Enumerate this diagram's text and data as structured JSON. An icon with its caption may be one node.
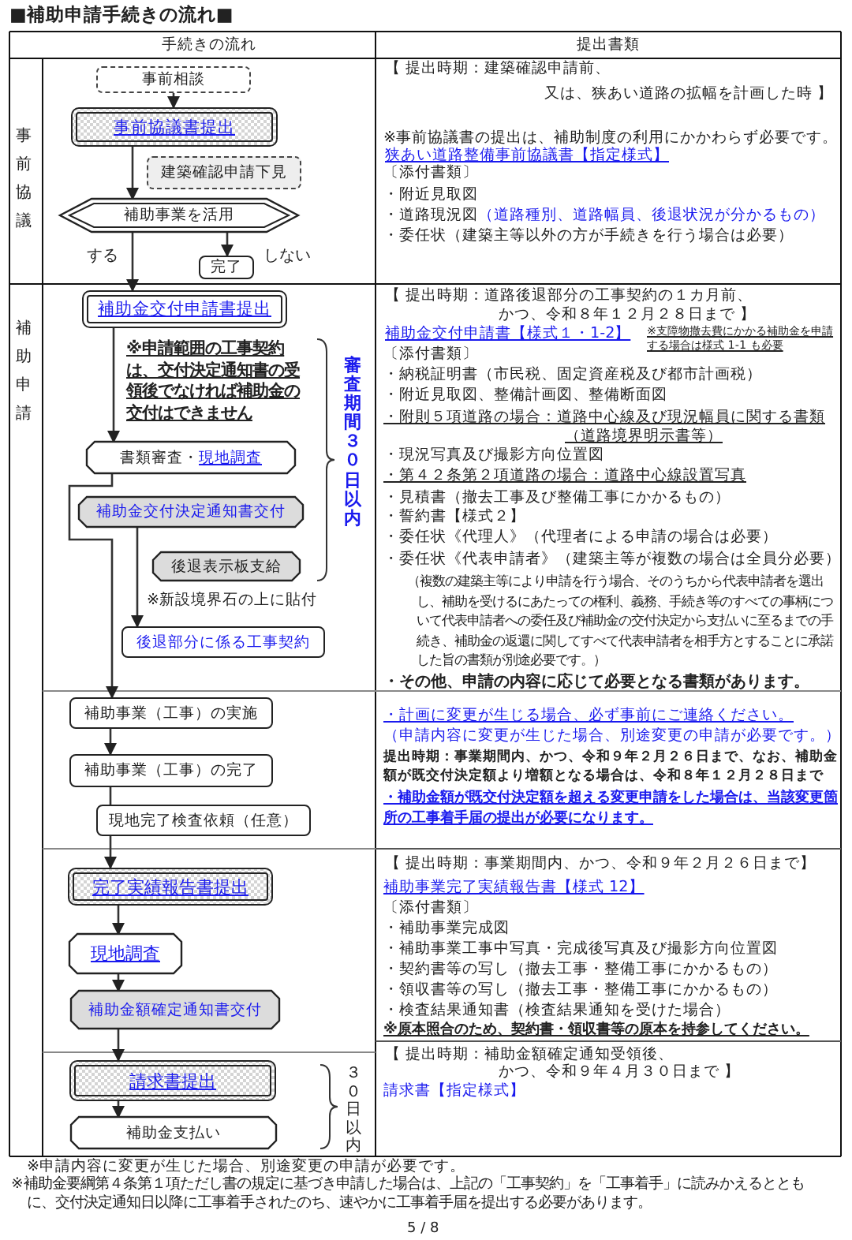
{
  "diagram": {
    "title": "■補助申請手続きの流れ■",
    "nodes": [
      {
        "text": [
          "事前相談"
        ]
      },
      {
        "text": [
          "事前協議書提出"
        ]
      },
      {
        "text": [
          "建築確認申請下見"
        ]
      },
      {
        "text": [
          "補助事業を活用"
        ]
      },
      {
        "text": [
          "完了"
        ]
      },
      {
        "text": [
          "補助金交付申請書提出"
        ]
      },
      {
        "text": [
          "書類審査・",
          "現地調査"
        ]
      },
      {
        "text": [
          "補助金交付決定通知書交付"
        ]
      },
      {
        "text": [
          "後退表示板支給"
        ],
        "beside": [
          "※新設境界石の上に貼付"
        ]
      },
      {
        "text": [
          "後退部分に係る工事契約"
        ]
      },
      {
        "text": [
          "補助事業（工事）の実施"
        ]
      },
      {
        "text": [
          "補助事業（工事）の完了"
        ]
      },
      {
        "text": [
          "現地完了検査依頼（任意）"
        ]
      },
      {
        "text": [
          "完了実績報告書提出"
        ]
      },
      {
        "text": [
          "現地調査"
        ]
      },
      {
        "text": [
          "補助金額確定通知書交付"
        ]
      },
      {
        "text": [
          "請求書提出"
        ]
      },
      {
        "text": [
          "補助金支払い"
        ]
      }
    ],
    "edges": [
      {
        "from": 0,
        "to": 1,
        "arrow": "to"
      },
      {
        "from": 1,
        "to": 3,
        "arrow": "to"
      },
      {
        "from": 3,
        "to": 4,
        "arrow": "to",
        "label": "しない"
      },
      {
        "from": 3,
        "to": 5,
        "arrow": "to",
        "label": "する"
      },
      {
        "from": 5,
        "to": 6,
        "arrow": "to"
      },
      {
        "from": 6,
        "to": 10,
        "arrow": "to"
      },
      {
        "from": 7,
        "to": 9,
        "arrow": "to"
      },
      {
        "from": 10,
        "to": 11,
        "arrow": "to"
      },
      {
        "from": 11,
        "to": 12,
        "arrow": "none"
      },
      {
        "from": 12,
        "to": 13,
        "arrow": "to"
      },
      {
        "from": 13,
        "to": 14,
        "arrow": "to"
      },
      {
        "from": 14,
        "to": 15,
        "arrow": "to"
      },
      {
        "from": 15,
        "to": 16,
        "arrow": "to"
      },
      {
        "from": 16,
        "to": 17,
        "arrow": "to"
      }
    ],
    "labels": [
      "手続きの流れ",
      "提出書類",
      "事前協議",
      "【 提出時期：建築確認申請前、",
      "又は、狭あい道路の拡幅を計画した時 】",
      "※事前協議書の提出は、補助制度の利用にかかわらず必要です。",
      "狭あい道路整備事前協議書【指定様式】",
      "〔添付書類〕",
      "・附近見取図",
      "・道路現況図",
      "（道路種別、道路幅員、後退状況が分かるもの）",
      "・委任状（建築主等以外の方が手続きを行う場合は必要）",
      "補助申請",
      "※申請範囲の工事契約は、交付決定通知書の受領後でなければ補助金の交付はできません",
      "審査期間３０日以内",
      "【 提出時期：道路後退部分の工事契約の１カ月前、",
      "かつ、令和８年１２月２８日まで 】",
      "補助金交付申請書【様式１・1-2】",
      "※支障物撤去費にかかる補助金を申請する場合は様式 1-1 も必要",
      "〔添付書類〕",
      "・納税証明書（市民税、固定資産税及び都市計画税）",
      "・附近見取図、整備計画図、整備断面図",
      "・附則５項道路の場合",
      "：道路中心線及び現況幅員に関する書類",
      "（道路境界明示書等）",
      "・現況写真及び撮影方向位置図",
      "・第４２条第２項道路の場合",
      "：道路中心線設置写真",
      "・見積書（撤去工事及び整備工事にかかるもの）",
      "・誓約書【様式２】",
      "・委任状《代理人》（代理者による申請の場合は必要）",
      "・委任状《代表申請者》（建築主等が複数の場合は全員分必要）",
      "（複数の建築主等により申請を行う場合、そのうちから代表申請者を選出し、補助を受けるにあたっての権利、義務、手続き等のすべての事柄について代表申請者への委任及び補助金の交付決定から支払いに至るまでの手続き、補助金の返還に関してすべて代表申請者を相手方とすることに承諾した旨の書類が別途必要です。）",
      "・その他、申請の内容に応じて必要となる書類があります。",
      "・計画に変更が生じる場合、必ず事前にご連絡ください。",
      "（申請内容に変更が生じた場合、別途変更の申請が必要です。）",
      "提出時期：事業期間内、かつ、令和９年２月２６日まで、なお、補助金額が既交付決定額より増額となる場合は、令和８年１２月２８日まで",
      "・補助金額が既交付決定額を超える変更申請をした場合は、当該変更箇所の工事着手届の提出が必要になります。",
      "【 提出時期：事業期間内、かつ、令和９年２月２６日まで】",
      "補助事業完了実績報告書【様式 12】",
      "〔添付書類〕",
      "・補助事業完成図",
      "・補助事業工事中写真・完成後写真及び撮影方向位置図",
      "・契約書等の写し（撤去工事・整備工事にかかるもの）",
      "・領収書等の写し（撤去工事・整備工事にかかるもの）",
      "・検査結果通知書（検査結果通知を受けた場合）",
      "※原本照合のため、契約書・領収書等の原本を持参してください。",
      "【 提出時期：補助金額確定通知受領後、",
      "かつ、令和９年４月３０日まで 】",
      "請求書【指定様式】",
      "３０日以内",
      "※申請内容に変更が生じた場合、別途変更の申請が必要です。",
      "※補助金要綱第４条第１項ただし書の規定に基づき申請した場合は、上記の「工事契約」を「工事着手」に読みかえるとともに、交付決定通知日以降に工事着手されたのち、速やかに工事着手届を提出する必要があります。",
      "5 / 8"
    ]
  }
}
